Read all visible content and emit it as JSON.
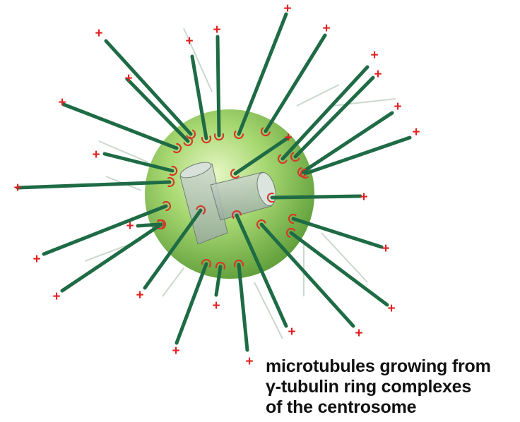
{
  "caption": {
    "line1": "microtubules growing from",
    "line2": "γ-tubulin ring complexes",
    "line3": "of the centrosome"
  },
  "plus_sign": "+",
  "colors": {
    "sphere_light": "#d9f0b0",
    "sphere_mid": "#9fd468",
    "sphere_dark": "#5f9e3a",
    "microtubule": "#1e6b45",
    "plus_end": "#e02020",
    "ring": "#d23a2a",
    "centriole": "#b9c7bd"
  }
}
